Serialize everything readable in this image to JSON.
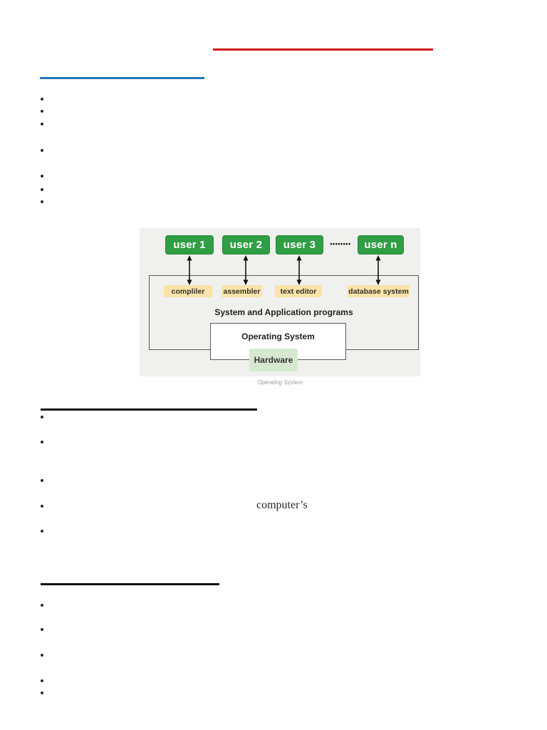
{
  "headings": {
    "title_rule_color": "#d01a1a",
    "intro_rule_color": "#2178bd",
    "section_rule_color": "#111111"
  },
  "fragments": {
    "computers": "computer’s"
  },
  "diagram": {
    "users": [
      "user 1",
      "user 2",
      "user 3",
      "user n"
    ],
    "ellipsis": "••••••••",
    "programs": [
      "compliler",
      "assembler",
      "text editor",
      "database system"
    ],
    "middle_label": "System and Application programs",
    "os_label": "Operating System",
    "hardware_label": "Hardware",
    "caption": "Operating System",
    "colors": {
      "panel_bg": "#f0f0ee",
      "user_box": "#2f9e44",
      "user_text": "#ffffff",
      "program_box": "#fbe3a9",
      "hardware_box": "#d6e9d0",
      "border": "#5a5a5a",
      "caption_text": "#999999"
    }
  }
}
